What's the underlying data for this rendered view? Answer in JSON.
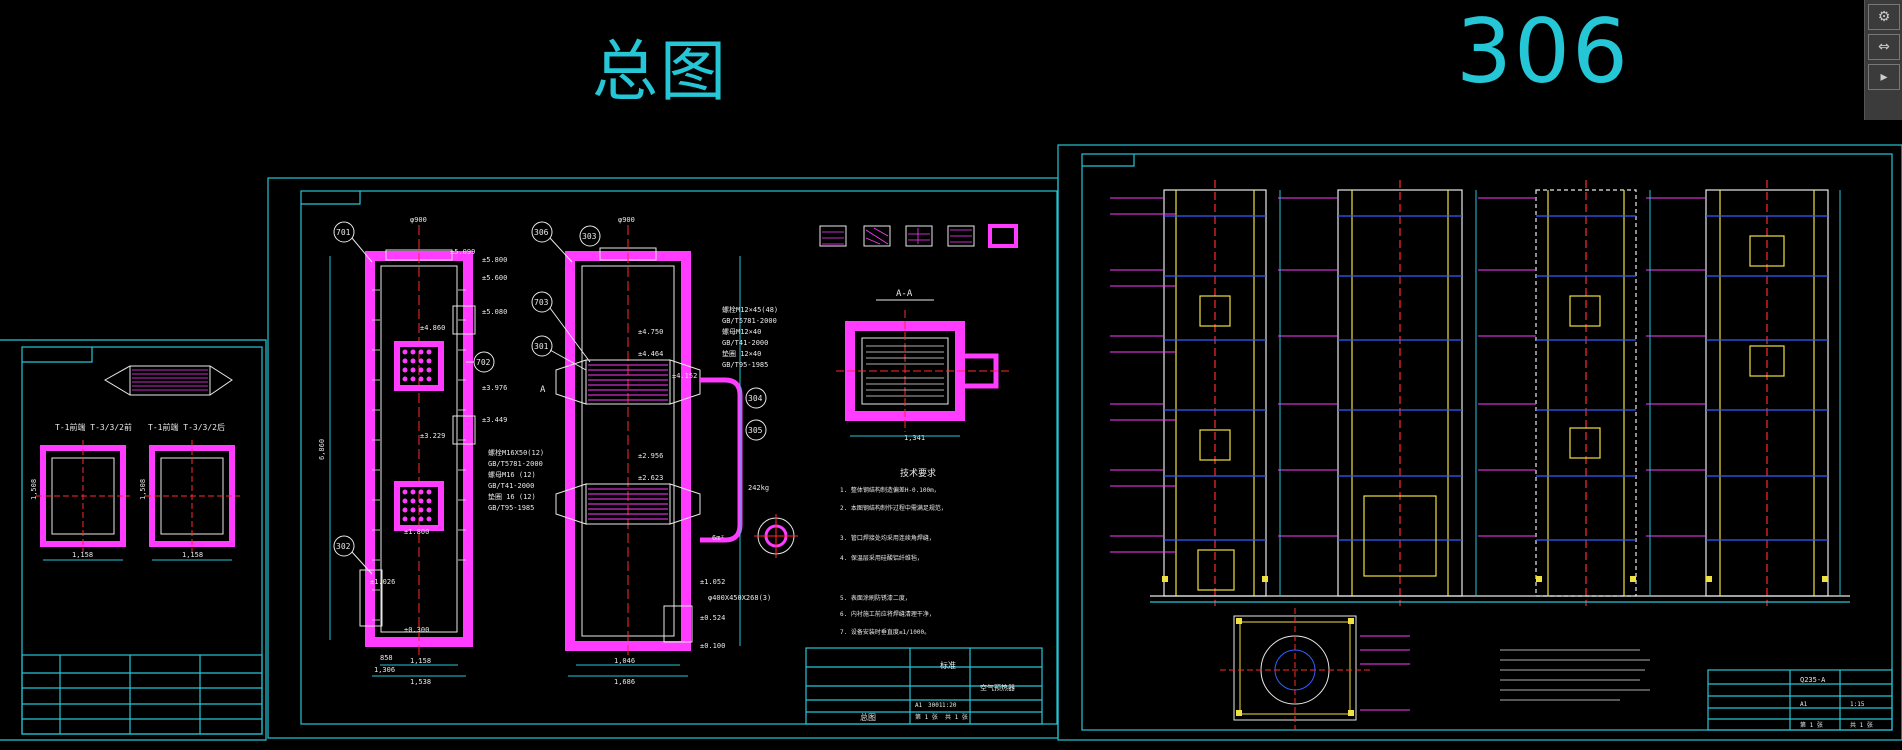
{
  "titles": {
    "main": "总图",
    "number": "306"
  },
  "colors": {
    "background": "#000000",
    "frame": "#25c6d6",
    "line_white": "#e8e8e8",
    "insulation": "#ff3cff",
    "center_red": "#ff2a2a",
    "yellow": "#f0e040",
    "green": "#40ff40",
    "blue": "#3060ff"
  },
  "sheet_left": {
    "view_labels": [
      "T-1前端 T-3/3/2前",
      "T-1前端 T-3/3/2后"
    ],
    "dims": [
      "1,158",
      "1,158",
      "1,508",
      "1,508"
    ]
  },
  "sheet_middle": {
    "balloons": [
      "701",
      "702",
      "302",
      "306",
      "303",
      "703",
      "301",
      "304",
      "305"
    ],
    "elevations": [
      "±5.800",
      "±5.600",
      "±5.080",
      "±4.860",
      "±3.976",
      "±3.449",
      "±3.229",
      "±1.800",
      "±1.026",
      "±0.300",
      "±4.750",
      "±4.464",
      "±4.152",
      "±2.956",
      "±2.623",
      "±1.052",
      "±0.524",
      "±0.100",
      "±5.099"
    ],
    "parts_list_a": [
      "螺栓M16X50(12)",
      "GB/T5781-2000",
      "螺母M16 (12)",
      "GB/T41-2000",
      "垫圈 16 (12)",
      "GB/T95-1985"
    ],
    "parts_list_b": [
      "螺栓M12×45(48)",
      "GB/T5781-2000",
      "螺母M12×40",
      "GB/T41-2000",
      "垫圈 12×40",
      "GB/T95-1985"
    ],
    "dims": [
      "6,860",
      "1,158",
      "1,538",
      "1,046",
      "1,686",
      "1,341",
      "φ400X450X268(3)",
      "858",
      "1,306",
      "φ900",
      "φ900"
    ],
    "section_label": "A-A",
    "section_marker": "A",
    "mass": "242kg",
    "area": "6m²",
    "tech_title": "技术要求",
    "tech_notes": [
      "1. 整体钢结构制造偏差H-0.100m，",
      "2. 本图钢结构制作过程中需满足规范，",
      "3. 管口焊接处均采用连续角焊缝，",
      "4. 保温层采用硅酸铝纤维毡，",
      "5. 表面涂刷防锈漆二度，",
      "6. 内衬施工前应将焊缝清理干净，",
      "7. 设备安装时垂直度≤1/1000。"
    ],
    "title_block": [
      "标准",
      "总图",
      "空气预热器",
      "1:20",
      "A1",
      "3001",
      "第 1 张",
      "共 1 张"
    ]
  },
  "sheet_right": {
    "material": "Q235-A",
    "frames": 4,
    "title_block": [
      "1:15",
      "A1",
      "第 1 张",
      "共 1 张"
    ]
  },
  "palette": {
    "buttons": [
      "⚙",
      "⇔",
      "▸"
    ]
  }
}
